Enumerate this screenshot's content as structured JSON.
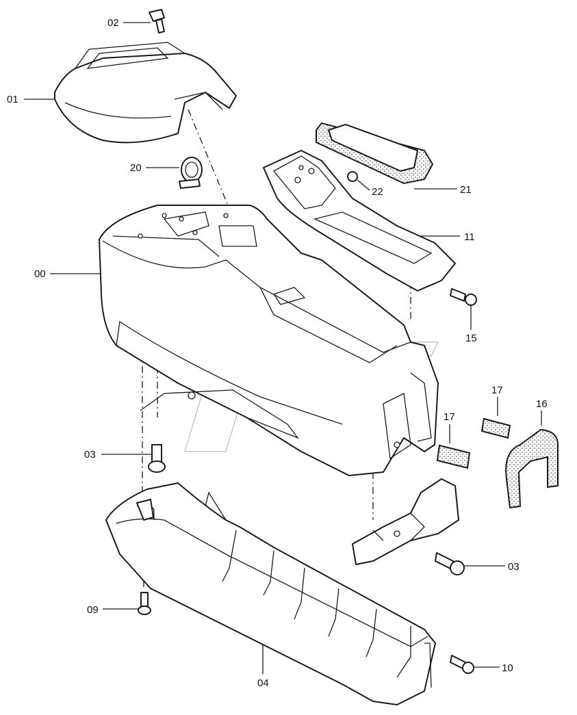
{
  "callouts": {
    "c00": "00",
    "c01": "01",
    "c02": "02",
    "c03a": "03",
    "c03b": "03",
    "c04": "04",
    "c09": "09",
    "c10": "10",
    "c11": "11",
    "c15": "15",
    "c16": "16",
    "c17a": "17",
    "c17b": "17",
    "c20": "20",
    "c21": "21",
    "c22": "22"
  },
  "colors": {
    "line": "#1a1a1a",
    "watermark": "#b9b9b9",
    "background": "#ffffff"
  }
}
